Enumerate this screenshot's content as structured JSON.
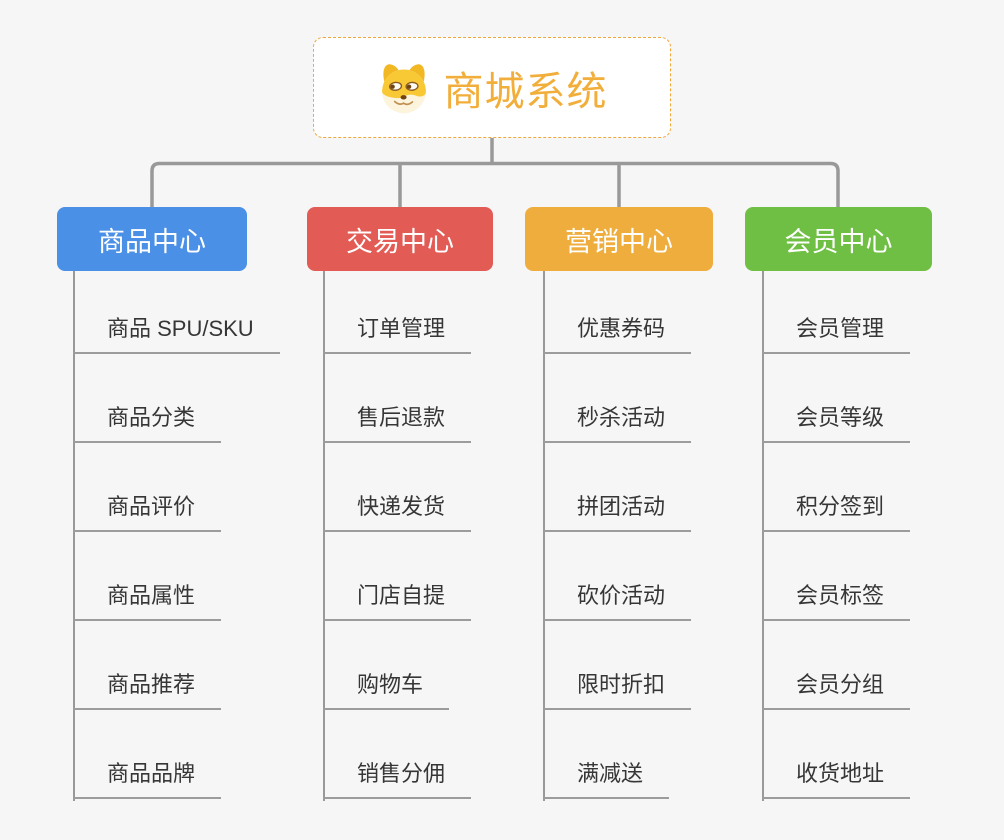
{
  "root": {
    "title": "商城系统",
    "icon": "doge-icon",
    "title_color": "#f2ae3a",
    "border_color": "#f0a73c"
  },
  "connector_color": "#999999",
  "branches": [
    {
      "label": "商品中心",
      "color": "#4a90e6",
      "children": [
        "商品 SPU/SKU",
        "商品分类",
        "商品评价",
        "商品属性",
        "商品推荐",
        "商品品牌"
      ]
    },
    {
      "label": "交易中心",
      "color": "#e25b55",
      "children": [
        "订单管理",
        "售后退款",
        "快递发货",
        "门店自提",
        "购物车",
        "销售分佣"
      ]
    },
    {
      "label": "营销中心",
      "color": "#eead3c",
      "children": [
        "优惠券码",
        "秒杀活动",
        "拼团活动",
        "砍价活动",
        "限时折扣",
        "满减送"
      ]
    },
    {
      "label": "会员中心",
      "color": "#6fbf44",
      "children": [
        "会员管理",
        "会员等级",
        "积分签到",
        "会员标签",
        "会员分组",
        "收货地址"
      ]
    }
  ]
}
